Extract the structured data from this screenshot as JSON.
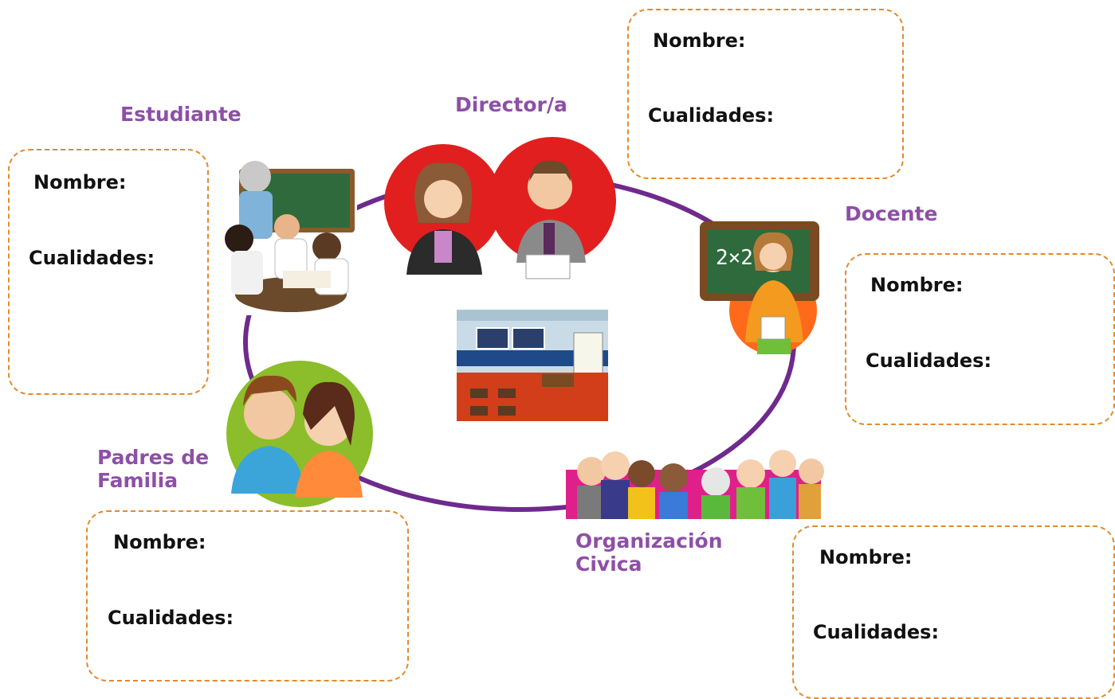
{
  "diagram": {
    "center_image": "classroom-illustration",
    "cycle_color": "#6e2a8c",
    "role_color": "#8e4fa7",
    "card_border_color": "#e38a2c",
    "roles": [
      {
        "key": "estudiante",
        "label": "Estudiante",
        "image": "students-with-teacher-illustration"
      },
      {
        "key": "director",
        "label": "Director/a",
        "image": "principals-illustration"
      },
      {
        "key": "docente",
        "label": "Docente",
        "image": "teacher-at-blackboard-illustration"
      },
      {
        "key": "organizacion",
        "label": "Organización Civica",
        "image": "community-group-illustration"
      },
      {
        "key": "padres",
        "label": "Padres de Familia",
        "image": "parents-illustration"
      }
    ],
    "cards": [
      {
        "name_label": "Nombre:",
        "qualities_label": "Cualidades:"
      },
      {
        "name_label": "Nombre:",
        "qualities_label": "Cualidades:"
      },
      {
        "name_label": "Nombre:",
        "qualities_label": "Cualidades:"
      },
      {
        "name_label": "Nombre:",
        "qualities_label": "Cualidades:"
      },
      {
        "name_label": "Nombre:",
        "qualities_label": "Cualidades:"
      }
    ]
  }
}
